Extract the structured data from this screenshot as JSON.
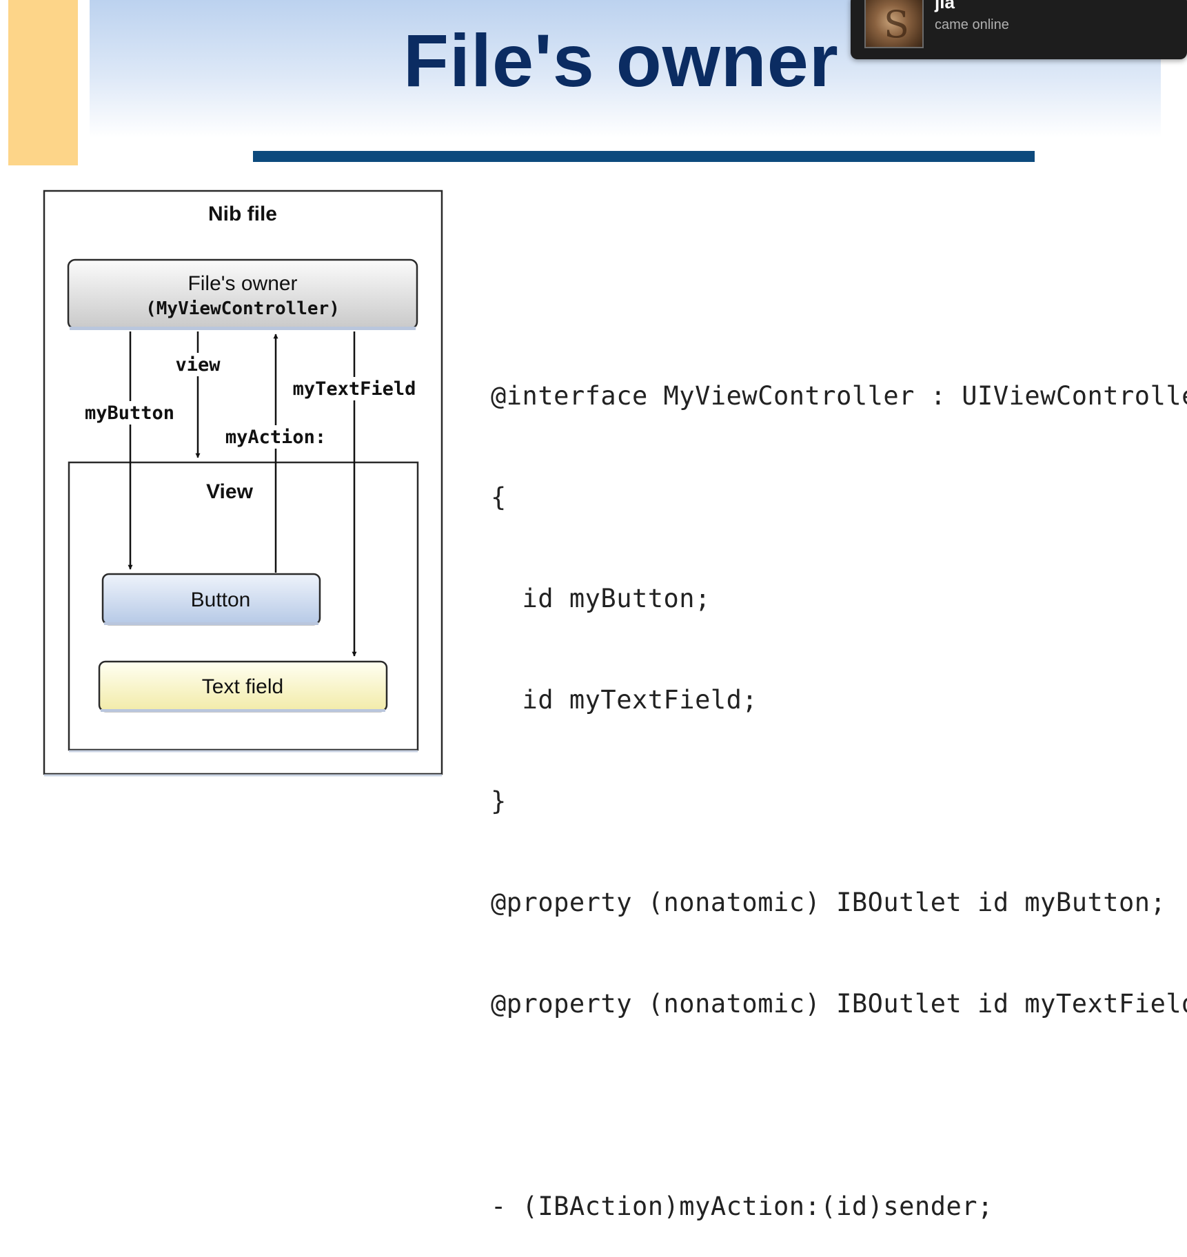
{
  "slide": {
    "title": "File's owner",
    "accent_color": "#fdd589",
    "title_color": "#0b2c62",
    "rule_color": "#0d4a7d"
  },
  "notification": {
    "name": "jia",
    "status": "came online",
    "avatar_glyph": "S"
  },
  "diagram": {
    "nib_label": "Nib file",
    "owner_line1": "File's owner",
    "owner_line2": "(MyViewController)",
    "view_label": "View",
    "button_label": "Button",
    "textfield_label": "Text field",
    "conn_view": "view",
    "conn_mybutton": "myButton",
    "conn_mytextfield": "myTextField",
    "conn_myaction": "myAction:"
  },
  "code": {
    "lines": [
      "@interface MyViewController : UIViewController",
      "{",
      "  id myButton;",
      "  id myTextField;",
      "}",
      "@property (nonatomic) IBOutlet id myButton;",
      "@property (nonatomic) IBOutlet id myTextField;",
      "",
      "- (IBAction)myAction:(id)sender;"
    ]
  }
}
